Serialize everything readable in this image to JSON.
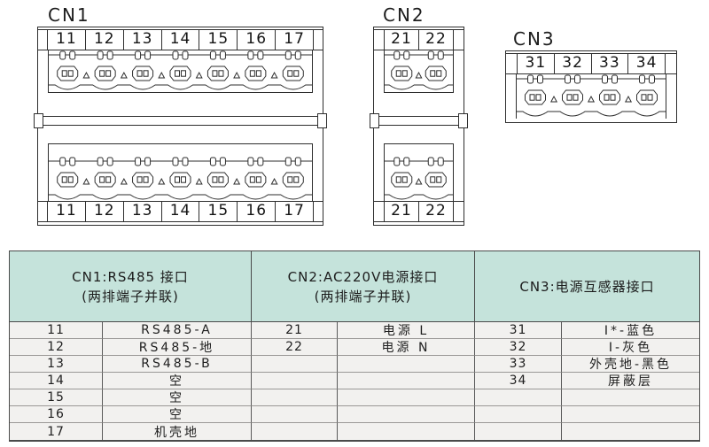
{
  "connectors": [
    {
      "id": "cn1",
      "label": "CN1",
      "type": "double",
      "terminals_top": [
        "11",
        "12",
        "13",
        "14",
        "15",
        "16",
        "17"
      ],
      "terminals_bottom": [
        "11",
        "12",
        "13",
        "14",
        "15",
        "16",
        "17"
      ]
    },
    {
      "id": "cn2",
      "label": "CN2",
      "type": "double",
      "terminals_top": [
        "21",
        "22"
      ],
      "terminals_bottom": [
        "21",
        "22"
      ]
    },
    {
      "id": "cn3",
      "label": "CN3",
      "type": "single",
      "terminals_top": [
        "31",
        "32",
        "33",
        "34"
      ],
      "terminals_bottom": []
    }
  ],
  "table": {
    "colors": {
      "header_bg": "#c5e3db",
      "row_bg": "#f2f1ef",
      "border": "#4a4a4a",
      "line_art": "#2e2e2e"
    },
    "groups": [
      {
        "line1": "CN1:RS485 接口",
        "line2": "(两排端子并联)"
      },
      {
        "line1": "CN2:AC220V电源接口",
        "line2": "(两排端子并联)"
      },
      {
        "line1": "CN3:电源互感器接口",
        "line2": ""
      }
    ],
    "rows": [
      [
        "11",
        "RS485-A",
        "21",
        "电源 L",
        "31",
        "I*-蓝色"
      ],
      [
        "12",
        "RS485-地",
        "22",
        "电源 N",
        "32",
        "I-灰色"
      ],
      [
        "13",
        "RS485-B",
        "",
        "",
        "33",
        "外壳地-黑色"
      ],
      [
        "14",
        "空",
        "",
        "",
        "34",
        "屏蔽层"
      ],
      [
        "15",
        "空",
        "",
        "",
        "",
        ""
      ],
      [
        "16",
        "空",
        "",
        "",
        "",
        ""
      ],
      [
        "17",
        "机壳地",
        "",
        "",
        "",
        ""
      ]
    ]
  }
}
